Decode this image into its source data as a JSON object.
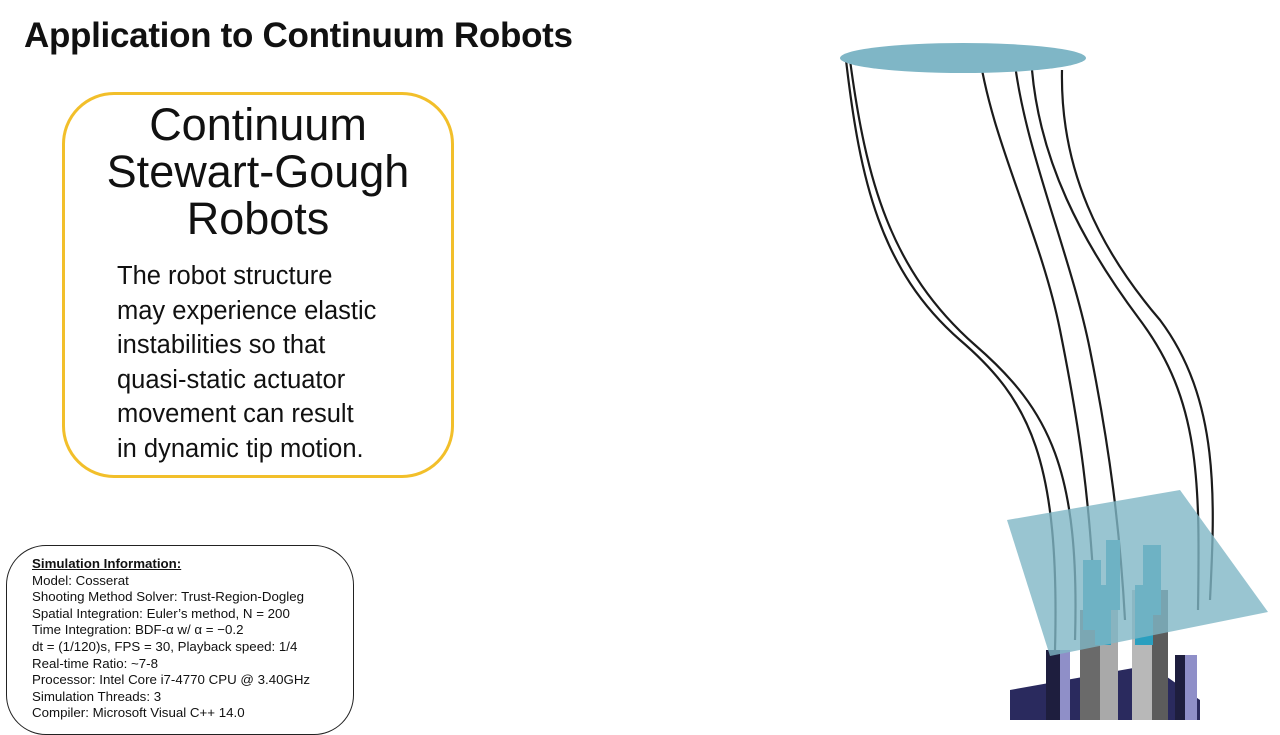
{
  "slide": {
    "title": "Application to Continuum Robots"
  },
  "card": {
    "title_lines": [
      "Continuum",
      "Stewart-Gough",
      "Robots"
    ],
    "body_lines": [
      "The robot structure",
      "may experience elastic",
      "instabilities so that",
      "quasi-static actuator",
      "movement can result",
      "in dynamic tip motion."
    ]
  },
  "simulation_info": {
    "heading": "Simulation Information:",
    "lines": [
      "Model: Cosserat",
      "Shooting Method Solver: Trust-Region-Dogleg",
      "Spatial Integration: Euler’s method, N = 200",
      "Time Integration: BDF-α w/ α = −0.2",
      "dt = (1/120)s, FPS = 30, Playback speed: 1/4",
      "Real-time Ratio: ~7-8",
      "Processor: Intel Core i7-4770 CPU @ 3.40GHz",
      "Simulation Threads: 3",
      "Compiler: Microsoft Visual C++ 14.0"
    ]
  },
  "colors": {
    "card_border": "#f2bf2a",
    "platform": "#7fb6c6",
    "base": "#2a2a5e"
  }
}
